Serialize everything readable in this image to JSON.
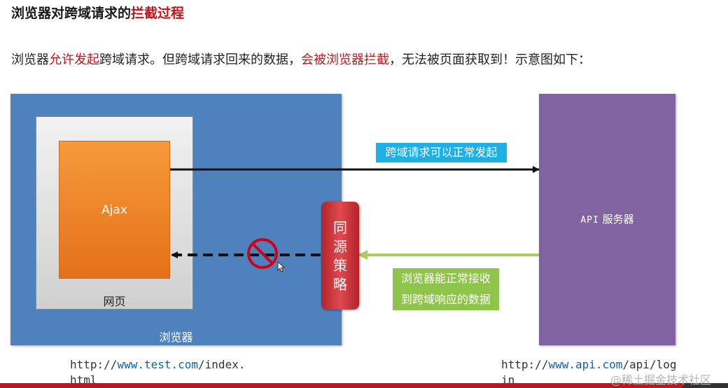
{
  "title": {
    "part1": "浏览器对跨域请求的",
    "part2": "拦截过程"
  },
  "intro": {
    "p1": "浏览器",
    "p2": "允许发起",
    "p3": "跨域请求。但跨域请求回来的数据，",
    "p4": "会被浏览器拦截",
    "p5": "，无法被页面获取到！示意图如下："
  },
  "diagram": {
    "ajax_label": "Ajax",
    "webpage_label": "网页",
    "browser_label": "浏览器",
    "policy_chars": [
      "同",
      "源",
      "策",
      "略"
    ],
    "server_label_api": "API",
    "server_label_cn": "服务器",
    "request_caption": "跨域请求可以正常发起",
    "response_caption_line1": "浏览器能正常接收",
    "response_caption_line2": "到跨域响应的数据",
    "blocked_icon": "no-entry-icon"
  },
  "urls": {
    "left": {
      "prefix": "http://",
      "host": "www.test.com",
      "path1": "/index.",
      "path2": "html"
    },
    "right": {
      "prefix": "http://",
      "host": "www.api.com",
      "path1": "/api/log",
      "path2": "in"
    }
  },
  "watermark": "@稀土掘金技术社区",
  "colors": {
    "browser": "#4f81bd",
    "server": "#8064a2",
    "ajax": "#f08424",
    "policy": "#c0272d",
    "request_caption": "#1bb0e6",
    "response_caption": "#8fc44b",
    "highlight": "#c0151b"
  }
}
